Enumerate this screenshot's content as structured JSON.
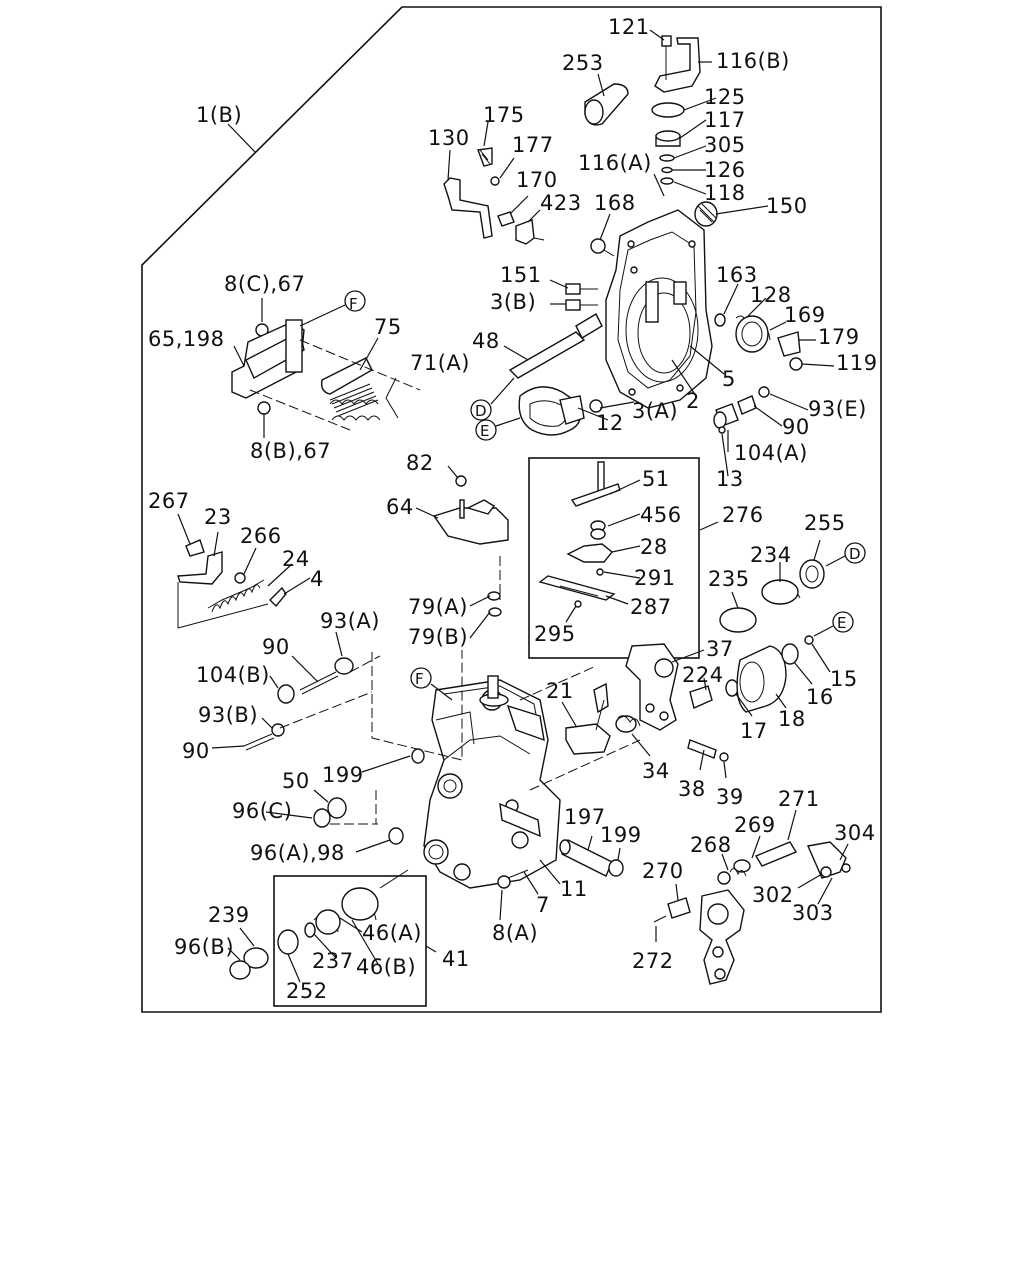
{
  "assembly_label": "1(B)",
  "group_label": "41",
  "inset_label": "276",
  "callouts": {
    "d_top": "D",
    "d_right": "D",
    "e_top": "E",
    "e_right": "E",
    "f_top": "F",
    "f_mid": "F"
  },
  "parts": {
    "p121": "121",
    "p116b": "116(B)",
    "p253": "253",
    "p125": "125",
    "p117": "117",
    "p305": "305",
    "p126": "126",
    "p118": "118",
    "p116a": "116(A)",
    "p150": "150",
    "p175": "175",
    "p130": "130",
    "p177": "177",
    "p170": "170",
    "p423": "423",
    "p168": "168",
    "p151": "151",
    "p3b": "3(B)",
    "p163": "163",
    "p128": "128",
    "p169": "169",
    "p179": "179",
    "p119": "119",
    "p48": "48",
    "p5": "5",
    "p2": "2",
    "p3a": "3(A)",
    "p12": "12",
    "p93e": "93(E)",
    "p90a": "90",
    "p104a": "104(A)",
    "p13": "13",
    "p8c67": "8(C),67",
    "p65198": "65,198",
    "p75": "75",
    "p71a": "71(A)",
    "p8b67": "8(B),67",
    "p82": "82",
    "p64": "64",
    "p51": "51",
    "p456": "456",
    "p28": "28",
    "p291": "291",
    "p287": "287",
    "p295": "295",
    "p267": "267",
    "p23": "23",
    "p266": "266",
    "p24": "24",
    "p4": "4",
    "p255": "255",
    "p234": "234",
    "p235": "235",
    "p37": "37",
    "p224": "224",
    "p15": "15",
    "p16": "16",
    "p18": "18",
    "p17": "17",
    "p79a": "79(A)",
    "p79b": "79(B)",
    "p93a": "93(A)",
    "p90b": "90",
    "p104b": "104(B)",
    "p93b": "93(B)",
    "p90c": "90",
    "p21": "21",
    "p34": "34",
    "p38": "38",
    "p39": "39",
    "p50": "50",
    "p199a": "199",
    "p96c": "96(C)",
    "p96a98": "96(A),98",
    "p197": "197",
    "p199b": "199",
    "p11": "11",
    "p7": "7",
    "p8a": "8(A)",
    "p271": "271",
    "p269": "269",
    "p304": "304",
    "p268": "268",
    "p302": "302",
    "p303": "303",
    "p270": "270",
    "p272": "272",
    "p239": "239",
    "p96b": "96(B)",
    "p237": "237",
    "p46a": "46(A)",
    "p46b": "46(B)",
    "p252": "252"
  }
}
